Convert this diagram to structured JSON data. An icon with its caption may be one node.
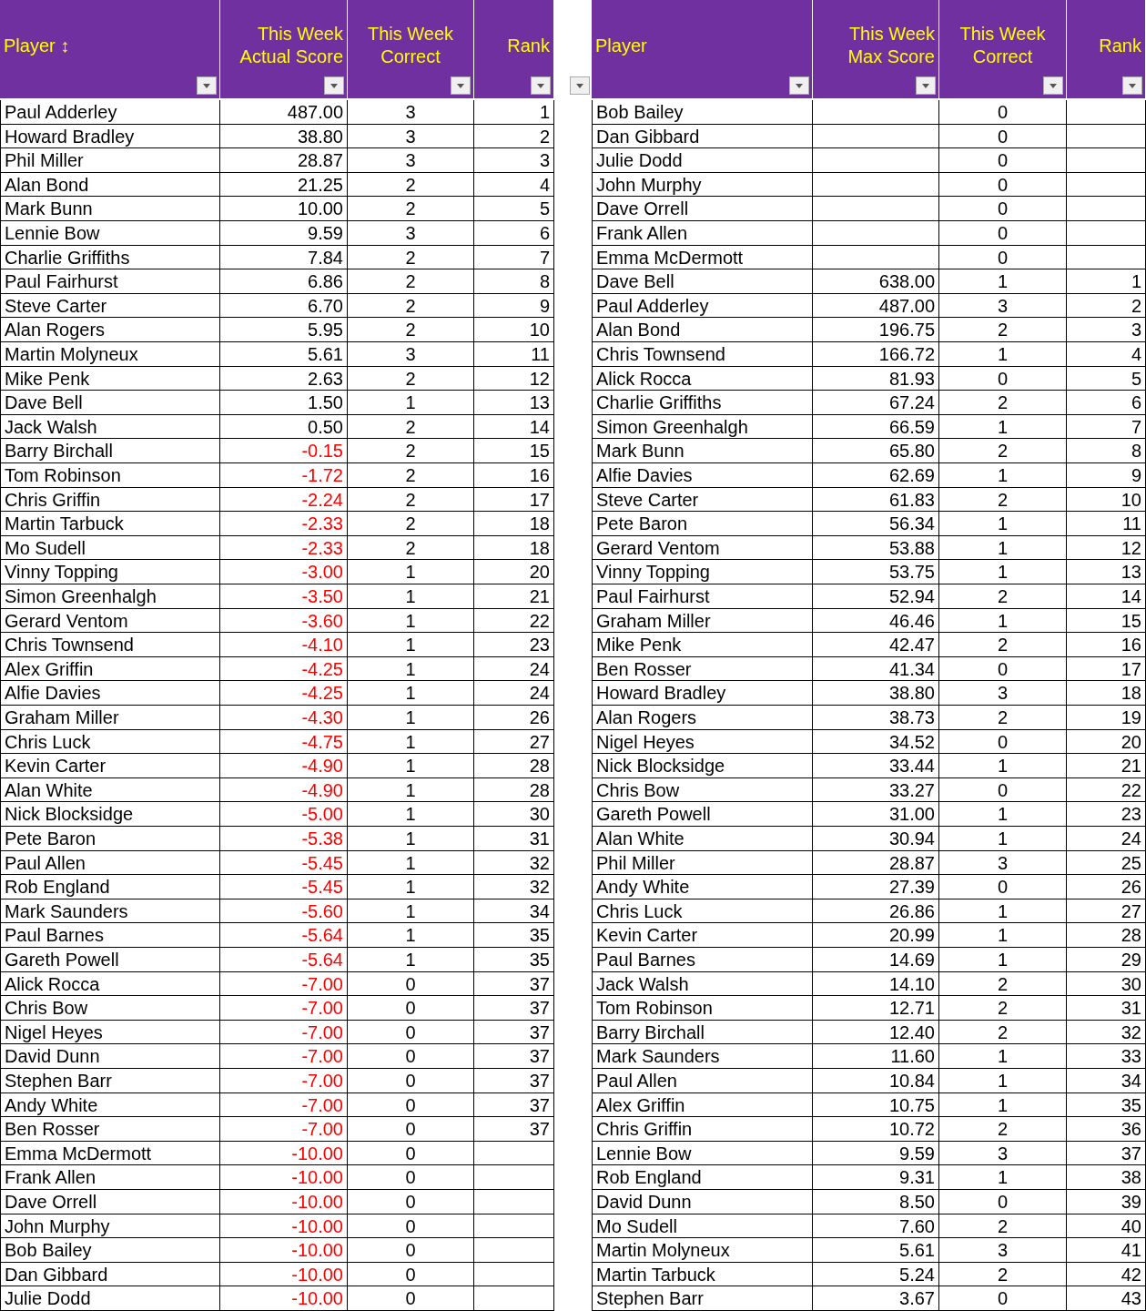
{
  "diagram": {
    "labels": [
      "Player ↕",
      "This Week Actual Score",
      "This Week Correct",
      "Rank",
      "Paul Adderley",
      "487.00",
      "3",
      "1",
      "Howard Bradley",
      "38.80",
      "3",
      "2",
      "Phil Miller",
      "28.87",
      "3",
      "3",
      "Alan Bond",
      "21.25",
      "2",
      "4",
      "Mark Bunn",
      "10.00",
      "2",
      "5",
      "Lennie Bow",
      "9.59",
      "3",
      "6",
      "Charlie Griffiths",
      "7.84",
      "2",
      "7",
      "Paul Fairhurst",
      "6.86",
      "2",
      "8",
      "Steve Carter",
      "6.70",
      "2",
      "9",
      "Alan Rogers",
      "5.95",
      "2",
      "10",
      "Martin Molyneux",
      "5.61",
      "3",
      "11",
      "Mike Penk",
      "2.63",
      "2",
      "12",
      "Dave Bell",
      "1.50",
      "1",
      "13",
      "Jack Walsh",
      "0.50",
      "2",
      "14",
      "Barry Birchall",
      "-0.15",
      "2",
      "15",
      "Tom Robinson",
      "-1.72",
      "2",
      "16",
      "Chris Griffin",
      "-2.24",
      "2",
      "17",
      "Martin Tarbuck",
      "-2.33",
      "2",
      "18",
      "Mo Sudell",
      "-2.33",
      "2",
      "18",
      "Vinny Topping",
      "-3.00",
      "1",
      "20",
      "Simon Greenhalgh",
      "-3.50",
      "1",
      "21",
      "Gerard Ventom",
      "-3.60",
      "1",
      "22",
      "Chris Townsend",
      "-4.10",
      "1",
      "23",
      "Alex Griffin",
      "-4.25",
      "1",
      "24",
      "Alfie Davies",
      "-4.25",
      "1",
      "24",
      "Graham Miller",
      "-4.30",
      "1",
      "26",
      "Chris Luck",
      "-4.75",
      "1",
      "27",
      "Kevin Carter",
      "-4.90",
      "1",
      "28",
      "Alan White",
      "-4.90",
      "1",
      "28",
      "Nick Blocksidge",
      "-5.00",
      "1",
      "30",
      "Pete Baron",
      "-5.38",
      "1",
      "31",
      "Paul Allen",
      "-5.45",
      "1",
      "32",
      "Rob England",
      "-5.45",
      "1",
      "32",
      "Mark Saunders",
      "-5.60",
      "1",
      "34",
      "Paul Barnes",
      "-5.64",
      "1",
      "35",
      "Gareth Powell",
      "-5.64",
      "1",
      "35",
      "Alick Rocca",
      "-7.00",
      "0",
      "37",
      "Chris Bow",
      "-7.00",
      "0",
      "37",
      "Nigel Heyes",
      "-7.00",
      "0",
      "37",
      "David Dunn",
      "-7.00",
      "0",
      "37",
      "Stephen Barr",
      "-7.00",
      "0",
      "37",
      "Andy White",
      "-7.00",
      "0",
      "37",
      "Ben Rosser",
      "-7.00",
      "0",
      "37",
      "Emma McDermott",
      "-10.00",
      "0",
      "Frank Allen",
      "-10.00",
      "0",
      "Dave Orrell",
      "-10.00",
      "0",
      "John Murphy",
      "-10.00",
      "0",
      "Bob Bailey",
      "-10.00",
      "0",
      "Dan Gibbard",
      "-10.00",
      "0",
      "Julie Dodd",
      "-10.00",
      "0",
      "Player",
      "This Week Max Score",
      "This Week Correct",
      "Rank",
      "Bob Bailey",
      "0",
      "Dan Gibbard",
      "0",
      "Julie Dodd",
      "0",
      "John Murphy",
      "0",
      "Dave Orrell",
      "0",
      "Frank Allen",
      "0",
      "Emma McDermott",
      "0",
      "Dave Bell",
      "638.00",
      "1",
      "1",
      "Paul Adderley",
      "487.00",
      "3",
      "2",
      "Alan Bond",
      "196.75",
      "2",
      "3",
      "Chris Townsend",
      "166.72",
      "1",
      "4",
      "Alick Rocca",
      "81.93",
      "0",
      "5",
      "Charlie Griffiths",
      "67.24",
      "2",
      "6",
      "Simon Greenhalgh",
      "66.59",
      "1",
      "7",
      "Mark Bunn",
      "65.80",
      "2",
      "8",
      "Alfie Davies",
      "62.69",
      "1",
      "9",
      "Steve Carter",
      "61.83",
      "2",
      "10",
      "Pete Baron",
      "56.34",
      "1",
      "11",
      "Gerard Ventom",
      "53.88",
      "1",
      "12",
      "Vinny Topping",
      "53.75",
      "1",
      "13",
      "Paul Fairhurst",
      "52.94",
      "2",
      "14",
      "Graham Miller",
      "46.46",
      "1",
      "15",
      "Mike Penk",
      "42.47",
      "2",
      "16",
      "Ben Rosser",
      "41.34",
      "0",
      "17",
      "Howard Bradley",
      "38.80",
      "3",
      "18",
      "Alan Rogers",
      "38.73",
      "2",
      "19",
      "Nigel Heyes",
      "34.52",
      "0",
      "20",
      "Nick Blocksidge",
      "33.44",
      "1",
      "21",
      "Chris Bow",
      "33.27",
      "0",
      "22",
      "Gareth Powell",
      "31.00",
      "1",
      "23",
      "Alan White",
      "30.94",
      "1",
      "24",
      "Phil Miller",
      "28.87",
      "3",
      "25",
      "Andy White",
      "27.39",
      "0",
      "26",
      "Chris Luck",
      "26.86",
      "1",
      "27",
      "Kevin Carter",
      "20.99",
      "1",
      "28",
      "Paul Barnes",
      "14.69",
      "1",
      "29",
      "Jack Walsh",
      "14.10",
      "2",
      "30",
      "Tom Robinson",
      "12.71",
      "2",
      "31",
      "Barry Birchall",
      "12.40",
      "2",
      "32",
      "Mark Saunders",
      "11.60",
      "1",
      "33",
      "Paul Allen",
      "10.84",
      "1",
      "34",
      "Alex Griffin",
      "10.75",
      "1",
      "35",
      "Chris Griffin",
      "10.72",
      "2",
      "36",
      "Lennie Bow",
      "9.59",
      "3",
      "37",
      "Rob England",
      "9.31",
      "1",
      "38",
      "David Dunn",
      "8.50",
      "0",
      "39",
      "Mo Sudell",
      "7.60",
      "2",
      "40",
      "Martin Molyneux",
      "5.61",
      "3",
      "41",
      "Martin Tarbuck",
      "5.24",
      "2",
      "42",
      "Stephen Barr",
      "3.67",
      "0",
      "43"
    ]
  }
}
